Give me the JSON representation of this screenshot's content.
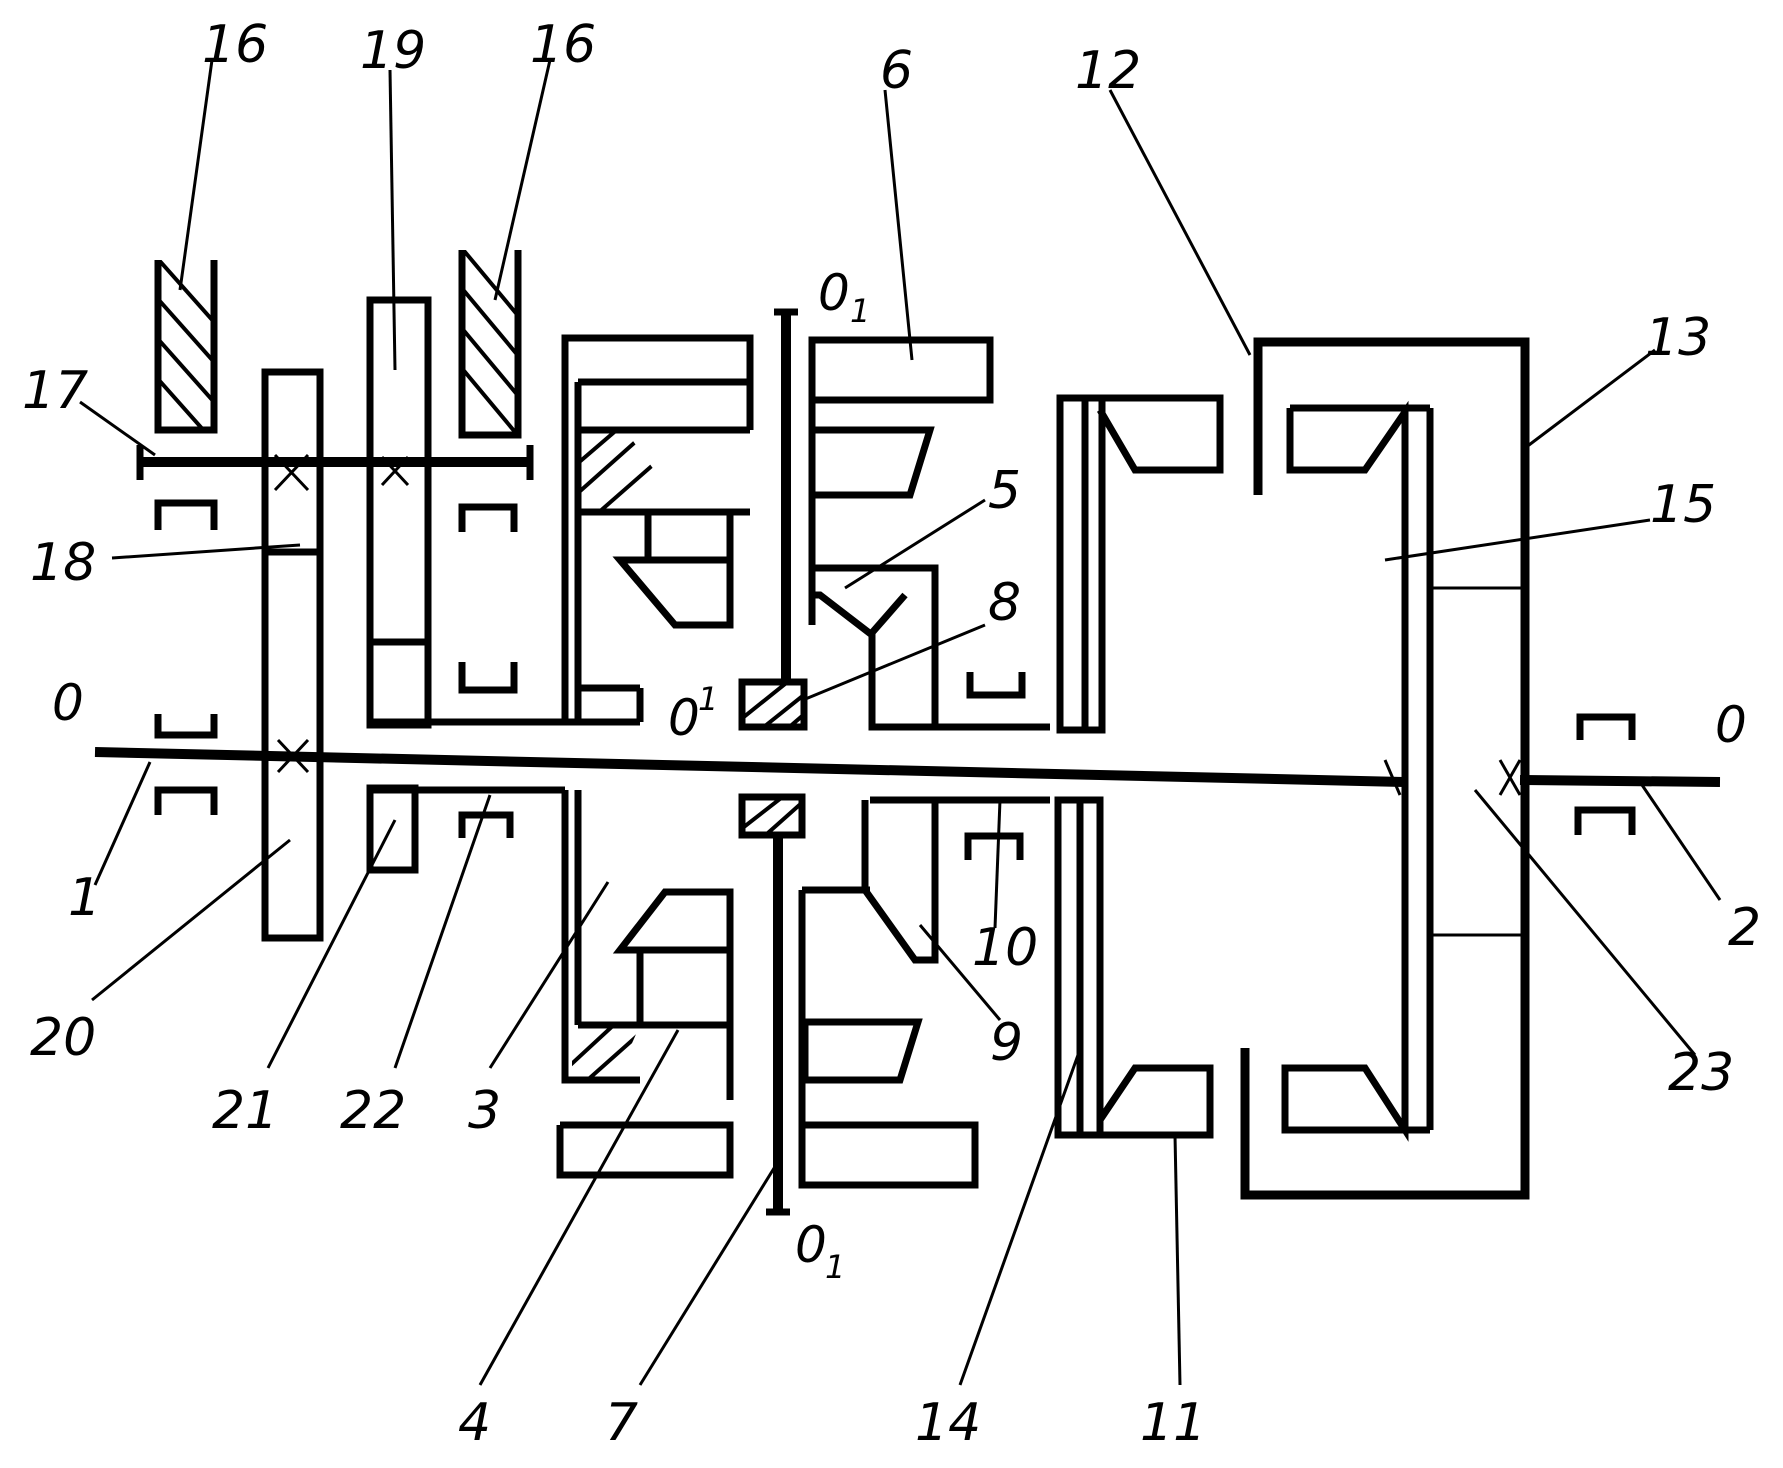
{
  "labels": {
    "l16a": "16",
    "l19": "19",
    "l16b": "16",
    "l6": "6",
    "l12": "12",
    "l13": "13",
    "l15": "15",
    "l17": "17",
    "l18": "18",
    "l5": "5",
    "l8": "8",
    "l0left": "0",
    "l0right": "0",
    "l1": "1",
    "l2": "2",
    "l20": "20",
    "l21": "21",
    "l22": "22",
    "l3": "3",
    "l4": "4",
    "l7": "7",
    "l14": "14",
    "l11": "11",
    "l10": "10",
    "l9": "9",
    "l23": "23"
  },
  "axis_labels": {
    "o1_top": "0",
    "o1_top_sub": "1",
    "o1_bottom": "0",
    "o1_bottom_sub": "1",
    "o_prime": "0",
    "o_prime_sup": "1"
  }
}
